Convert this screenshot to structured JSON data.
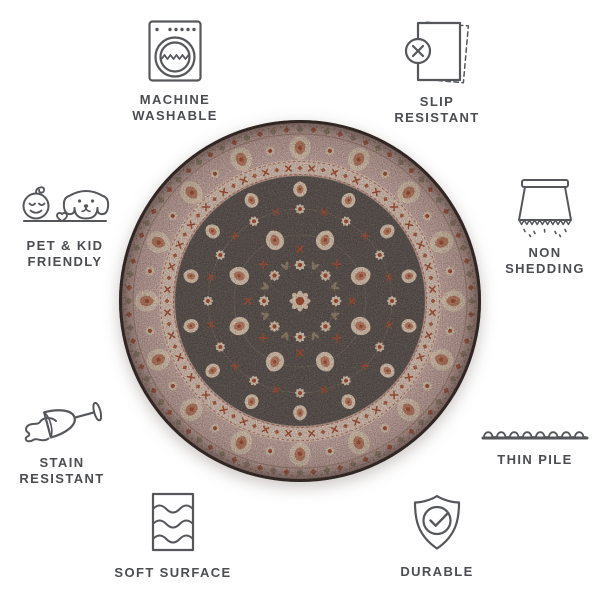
{
  "infographic": {
    "features": [
      {
        "id": "machine-washable",
        "icon": "washing-machine-icon",
        "label_lines": [
          "MACHINE",
          "WASHABLE"
        ]
      },
      {
        "id": "slip-resistant",
        "icon": "slip-resistant-icon",
        "label_lines": [
          "SLIP",
          "RESISTANT"
        ]
      },
      {
        "id": "pet-kid-friendly",
        "icon": "baby-and-dog-icon",
        "label_lines": [
          "PET & KID",
          "FRIENDLY"
        ]
      },
      {
        "id": "non-shedding",
        "icon": "rug-fringe-icon",
        "label_lines": [
          "NON",
          "SHEDDING"
        ]
      },
      {
        "id": "stain-resistant",
        "icon": "spilled-glass-icon",
        "label_lines": [
          "STAIN",
          "RESISTANT"
        ]
      },
      {
        "id": "thin-pile",
        "icon": "thin-pile-icon",
        "label_lines": [
          "THIN PILE"
        ]
      },
      {
        "id": "soft-surface",
        "icon": "soft-surface-icon",
        "label_lines": [
          "SOFT SURFACE"
        ]
      },
      {
        "id": "durable",
        "icon": "shield-check-icon",
        "label_lines": [
          "DURABLE"
        ]
      }
    ],
    "center_image": {
      "name": "round-oriental-rug",
      "colors": {
        "edge": "#3e3431",
        "border_base": "#c3a59e",
        "border_light": "#d6bfb0",
        "field": "#5c534f",
        "motif_cream": "#d9c3ae",
        "motif_rust": "#a34e33",
        "motif_olive": "#8e7f68"
      }
    },
    "style": {
      "label_color": "#4b4d50",
      "icon_stroke": "#55575b",
      "background": "#ffffff"
    }
  }
}
